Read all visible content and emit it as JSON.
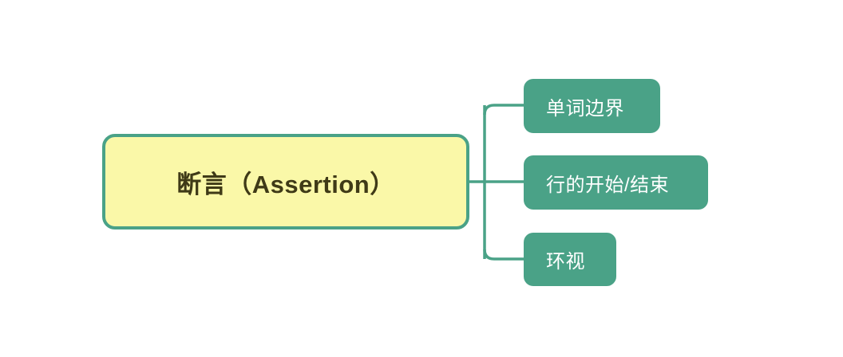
{
  "diagram": {
    "type": "mind-map",
    "background_color": "#ffffff",
    "root": {
      "label": "断言（Assertion）",
      "fill_color": "#faf8a8",
      "border_color": "#4aa287",
      "text_color": "#3f3a17"
    },
    "connector": {
      "color": "#4aa287",
      "style": "rounded-bracket"
    },
    "children": [
      {
        "label": "单词边界",
        "fill_color": "#4aa287",
        "text_color": "#ffffff"
      },
      {
        "label": "行的开始/结束",
        "fill_color": "#4aa287",
        "text_color": "#ffffff"
      },
      {
        "label": "环视",
        "fill_color": "#4aa287",
        "text_color": "#ffffff"
      }
    ]
  }
}
